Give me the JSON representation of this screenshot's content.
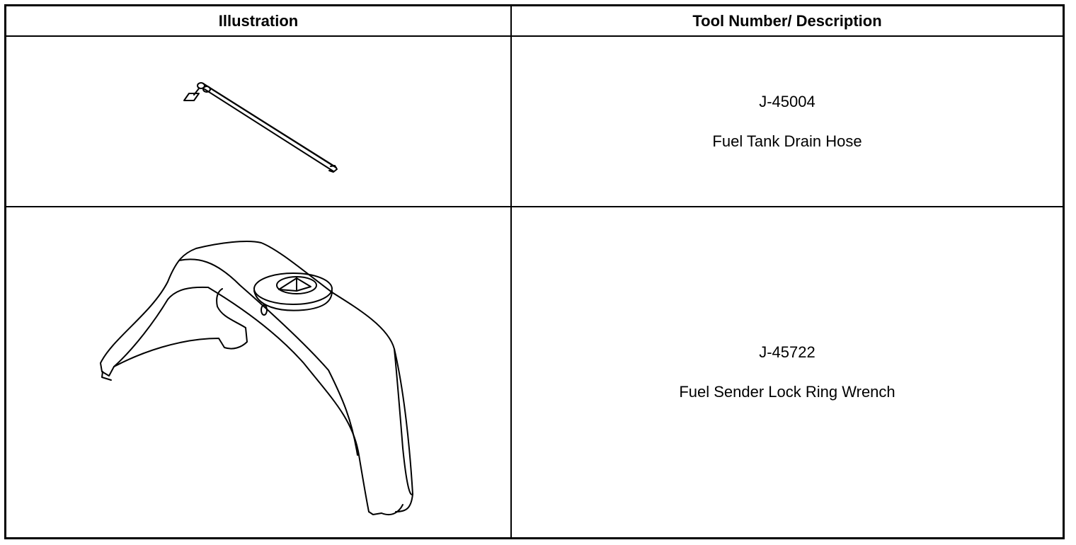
{
  "table": {
    "headers": {
      "illustration": "Illustration",
      "tool": "Tool Number/ Description"
    },
    "rows": [
      {
        "tool_number": "J-45004",
        "description": "Fuel Tank Drain Hose",
        "illustration_icon": "drain-hose-icon"
      },
      {
        "tool_number": "J-45722",
        "description": "Fuel Sender Lock Ring Wrench",
        "illustration_icon": "lock-ring-wrench-icon"
      }
    ]
  }
}
